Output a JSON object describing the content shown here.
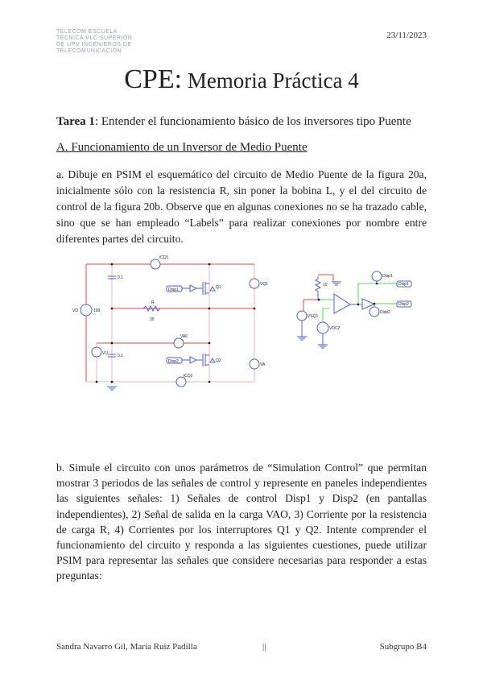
{
  "header": {
    "logo_text": [
      "TELECOM ESCUELA",
      "TÉCNICA VLC SUPERIOR",
      "DE UPV INGENIEROS DE",
      "TELECOMUNICACIÓN"
    ],
    "date": "23/11/2023"
  },
  "title": {
    "prefix": "CPE:",
    "rest": " Memoria Práctica 4"
  },
  "task": {
    "label": "Tarea 1",
    "text": ":  Entender el funcionamiento básico de los inversores tipo Puente"
  },
  "section_a": "A. Funcionamiento de un Inversor de Medio Puente",
  "para_a": "a. Dibuje en PSIM el esquemático del circuito de Medio Puente de la figura 20a, inicialmente sólo con la resistencia R, sin poner la bobina L, y el del circuito de control de la figura 20b. Observe que en algunas conexiones no se ha trazado cable, sino que se han empleado “Labels” para realizar conexiones por nombre entre diferentes partes del circuito.",
  "circuit_power": {
    "iCQ1": "iCQ1",
    "c1": "0.1",
    "disp1": "Disp1",
    "q1": "Q1",
    "vq1": "VQ1",
    "vd": "VD",
    "vd_val": "100",
    "r": "R",
    "r_val": "30",
    "va0": "VA0",
    "vu": "VU",
    "c2": "0.1",
    "disp2": "Disp2",
    "q2": "Q2",
    "va": "VA",
    "iCQ2": "iCQ2"
  },
  "circuit_control": {
    "r_val": "10",
    "vsin": "VSQ1",
    "vdc": "VDC2",
    "disp1_meter": "Disp1",
    "disp2_meter": "Disp2",
    "label1": "Disp1",
    "label2": "Disp2"
  },
  "para_b": "b. Simule el circuito con unos parámetros de “Simulation Control” que permitan mostrar 3 periodos de las señales de control y represente en paneles independientes las siguientes señales: 1) Señales de control Disp1 y Disp2 (en pantallas independientes), 2) Señal de salida en la carga VAO, 3) Corriente por la resistencia de carga R, 4) Corrientes por los interruptores Q1 y Q2. Intente comprender el funcionamiento del circuito y responda a las siguientes cuestiones, puede utilizar PSIM para representar las señales que considere necesarias para responder a estas preguntas:",
  "footer": {
    "authors": "Sandra Navarro Gil, María Ruiz Padilla",
    "sep": "||",
    "group": "Subgrupo B4"
  },
  "colors": {
    "wire_red": "#e8443f",
    "wire_green": "#5ad65a",
    "component_blue": "#5060d0"
  }
}
